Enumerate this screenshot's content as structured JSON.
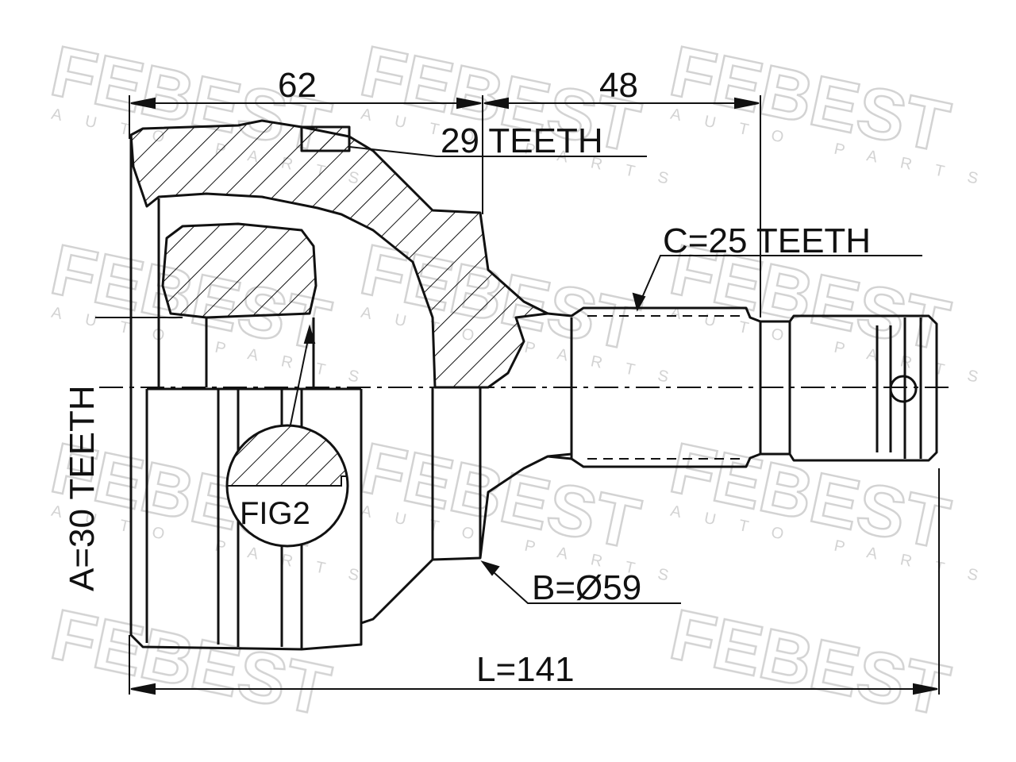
{
  "dimensions": {
    "top_left": "62",
    "top_right": "48",
    "teeth_top": "29 TEETH",
    "teeth_c": "C=25 TEETH",
    "teeth_a": "A=30 TEETH",
    "diameter_b": "B=Ø59",
    "length_l": "L=141",
    "fig_label": "FIG2"
  },
  "watermark": {
    "brand": "FEBEST",
    "tagline": "AUTO PARTS"
  },
  "colors": {
    "line": "#111111",
    "watermark": "#cfcfcf"
  }
}
